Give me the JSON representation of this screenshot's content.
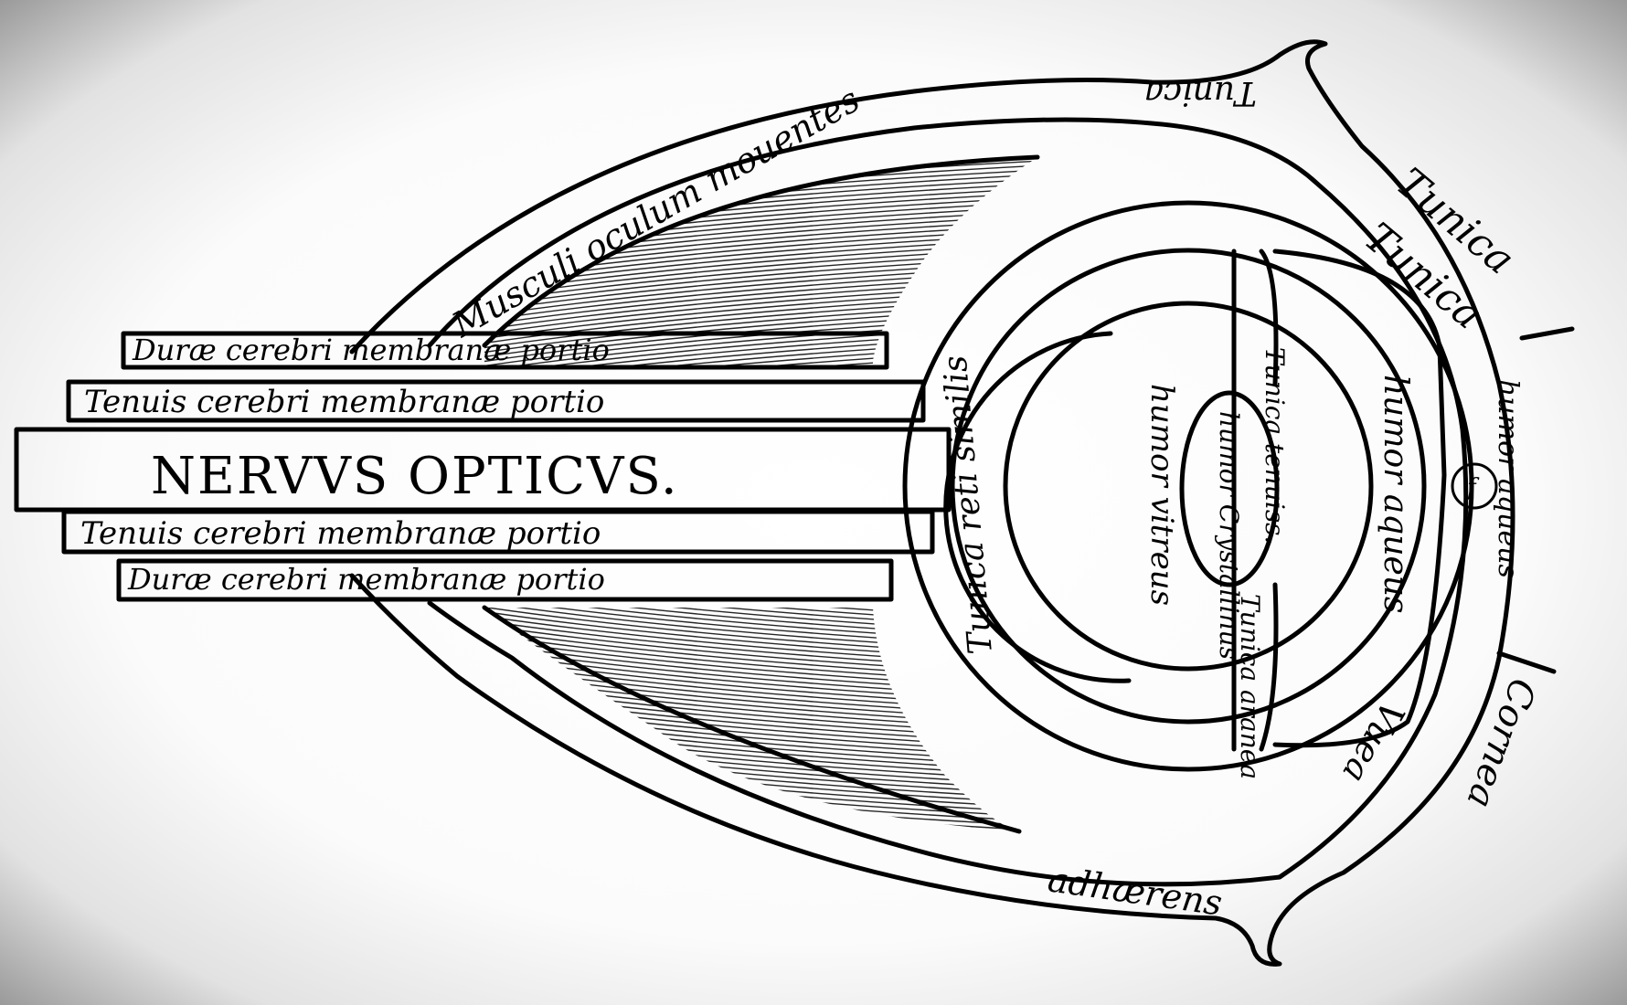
{
  "labels": {
    "nervus": "NERVVS OPTICVS.",
    "dura_top": "Duræ cerebri membranæ portio",
    "tenuis_top": "Tenuis cerebri membranæ portio",
    "tenuis_bottom": "Tenuis cerebri membranæ portio",
    "dura_bottom": "Duræ cerebri membranæ portio",
    "musculi": "Musculi oculum mouentes",
    "tunica_top": "Tunica",
    "tunica_outer": "Tunica",
    "tunica_inner": "Tunica",
    "tunica_reti": "Tunica reti similis",
    "humor_vitreus": "humor vitreus",
    "humor_crystallinus": "humor Crystallinus",
    "tunica_tenuiss": "Tunica tenuiss.",
    "tunica_aranea": "Tunica aranea",
    "humor_aqueus": "humor aqueus",
    "humor_aqueus_2": "humor aqueus",
    "f_mark": "f",
    "uvea": "Vuea",
    "cornea": "Cornea",
    "adhaerens": "adhærens"
  }
}
